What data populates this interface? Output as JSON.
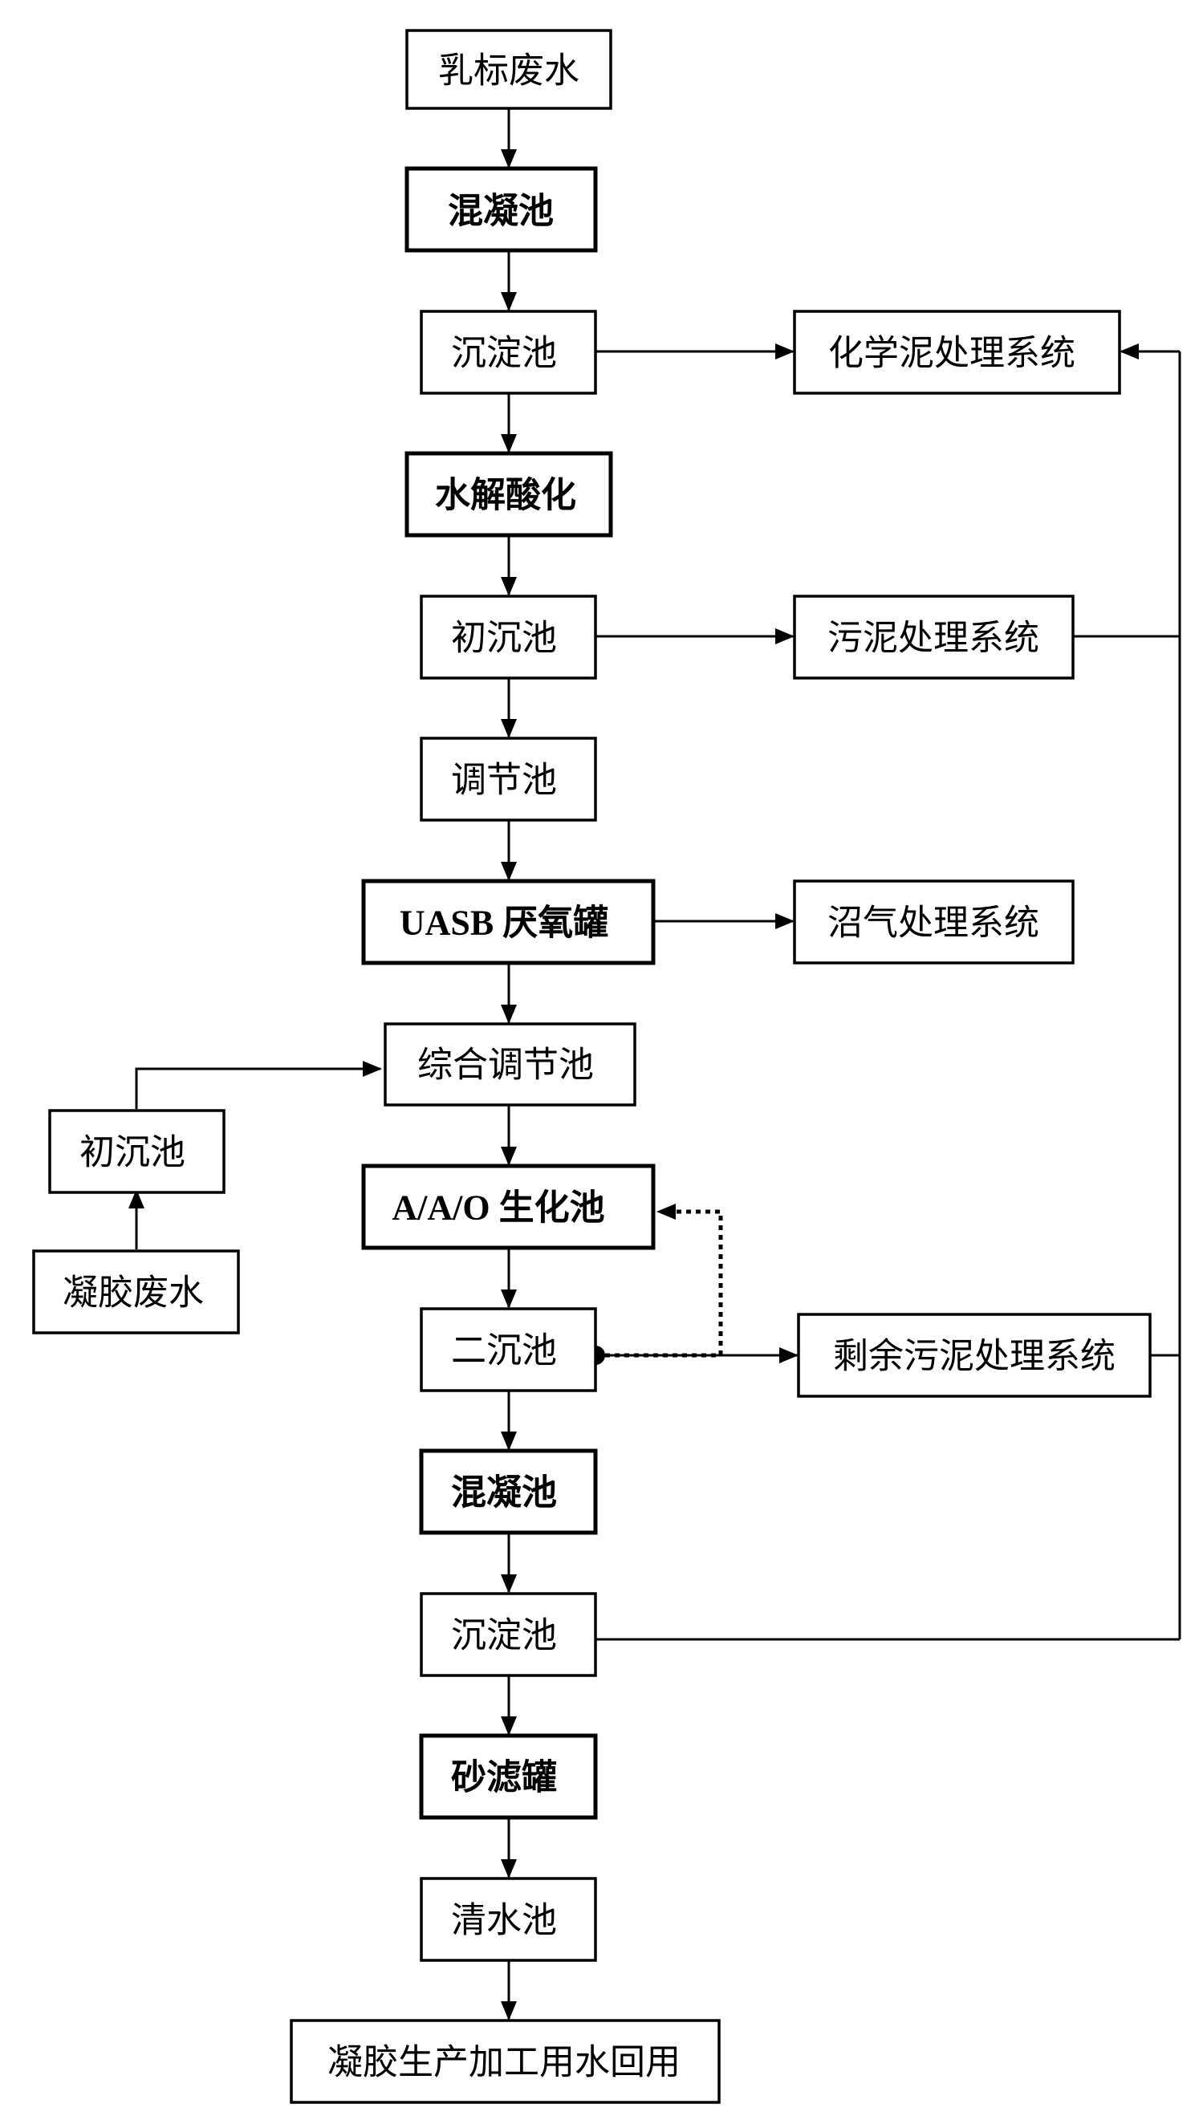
{
  "nodes": {
    "emulsion_wastewater": "乳标废水",
    "coagulation_tank_1": "混凝池",
    "sedimentation_tank_1": "沉淀池",
    "hydrolysis_acidification": "水解酸化",
    "primary_settling_tank": "初沉池",
    "regulating_tank": "调节池",
    "uasb_anaerobic_tank": "UASB 厌氧罐",
    "integrated_regulating_tank": "综合调节池",
    "aao_biochemical_tank": "A/A/O 生化池",
    "secondary_settling_tank": "二沉池",
    "coagulation_tank_2": "混凝池",
    "sedimentation_tank_2": "沉淀池",
    "sand_filter_tank": "砂滤罐",
    "clear_water_tank": "清水池",
    "water_reuse": "凝胶生产加工用水回用",
    "chemical_sludge_system": "化学泥处理系统",
    "sludge_system": "污泥处理系统",
    "biogas_system": "沼气处理系统",
    "excess_sludge_system": "剩余污泥处理系统",
    "gel_primary_settling_tank": "初沉池",
    "gel_wastewater": "凝胶废水"
  }
}
